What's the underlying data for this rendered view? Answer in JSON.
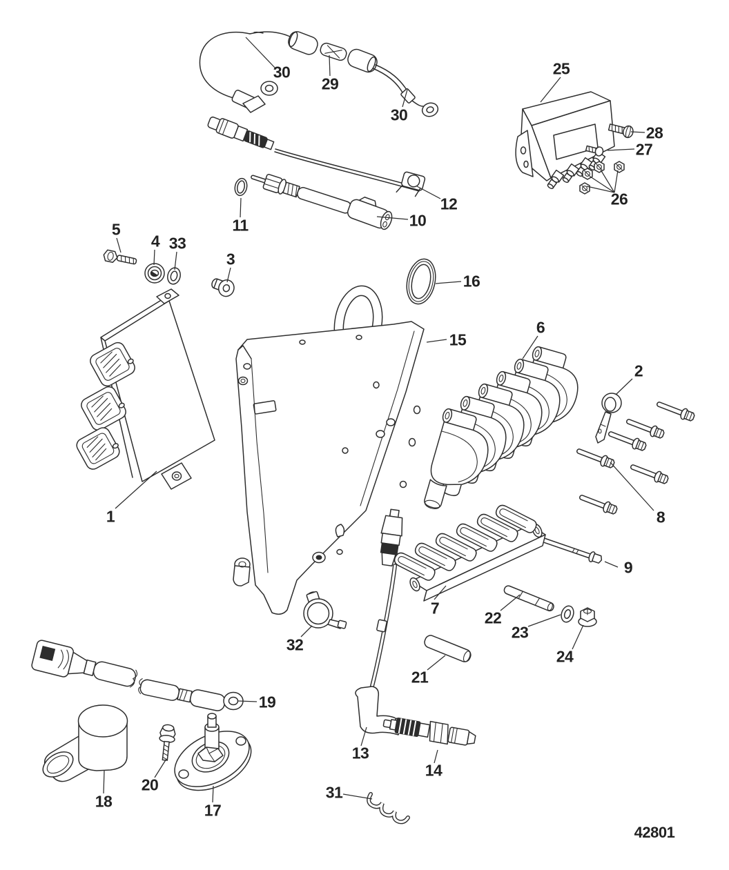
{
  "figure": {
    "drawing_number": "42801",
    "callouts": {
      "1": "1",
      "2": "2",
      "3": "3",
      "4": "4",
      "5": "5",
      "6": "6",
      "7": "7",
      "8": "8",
      "9": "9",
      "10": "10",
      "11": "11",
      "12": "12",
      "13": "13",
      "14": "14",
      "15": "15",
      "16": "16",
      "17": "17",
      "18": "18",
      "19": "19",
      "20": "20",
      "21": "21",
      "22": "22",
      "23": "23",
      "24": "24",
      "25": "25",
      "26": "26",
      "27": "27",
      "28": "28",
      "29": "29",
      "30_upper": "30",
      "30_right": "30",
      "31": "31",
      "32": "32",
      "33": "33"
    }
  }
}
